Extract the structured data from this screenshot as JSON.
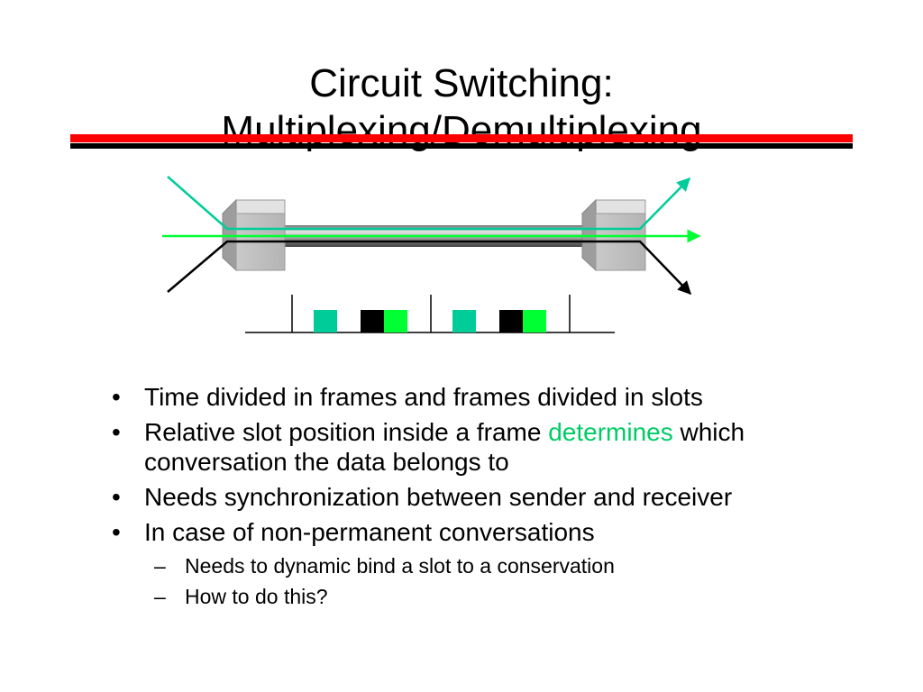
{
  "slide": {
    "title_line1": "Circuit Switching:",
    "title_line2": "Multiplexing/Demultiplexing"
  },
  "diagram": {
    "slot_colors": {
      "teal": "#00cc99",
      "black": "#000000",
      "green": "#00ff33"
    },
    "frames": [
      {
        "slots": [
          "teal",
          "black",
          "green"
        ]
      },
      {
        "slots": [
          "teal",
          "black",
          "green"
        ]
      }
    ]
  },
  "bullets": [
    {
      "text": "Time divided in frames and frames divided in slots",
      "pre": "",
      "highlight": "",
      "post": ""
    },
    {
      "text": "",
      "pre": "Relative slot position inside a frame ",
      "highlight": "determines",
      "post": " which conversation the data belongs to"
    },
    {
      "text": "Needs synchronization between sender and receiver",
      "pre": "",
      "highlight": "",
      "post": ""
    },
    {
      "text": "In case of non-permanent conversations",
      "pre": "",
      "highlight": "",
      "post": ""
    }
  ],
  "sub_bullets": [
    "Needs to dynamic bind a slot to a conservation",
    "How to do this?"
  ]
}
